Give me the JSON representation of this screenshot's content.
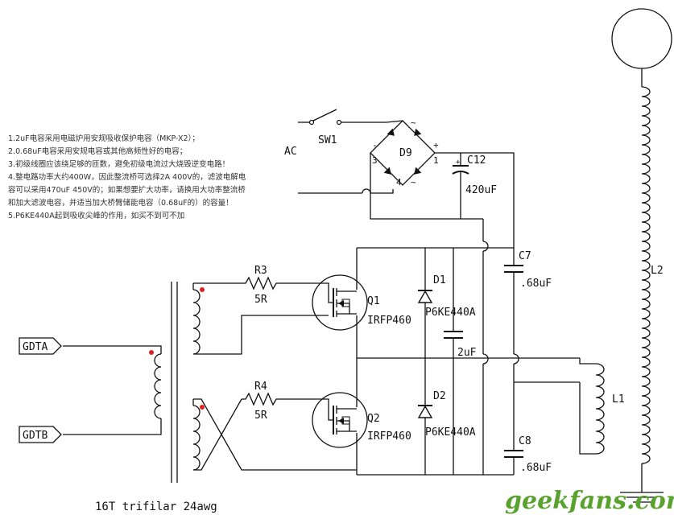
{
  "notes": [
    "1.2uF电容采用电磁炉用安规吸收保护电容（MKP-X2）；",
    "2.0.68uF电容采用安规电容或其他高频性好的电容；",
    "3.初级线圈应该绕足够的匝数，避免初级电流过大烧毁逆变电路！",
    "4.整电路功率大约400W，因此整流桥可选择2A 400V的，滤波电解电容可以采用470uF 450V的；如果想要扩大功率，请换用大功率整流桥和加大滤波电容，并适当加大桥臂储能电容（0.68uF的）的容量！",
    "5.P6KE440A起到吸收尖峰的作用，如买不到可不加"
  ],
  "labels": {
    "ac": "AC",
    "sw1": "SW1",
    "d9": "D9",
    "bridge_tilde_top": "~",
    "bridge_minus": "-",
    "bridge_plus": "+",
    "bridge_3": "3",
    "bridge_1": "1",
    "bridge_4": "4",
    "bridge_tilde_bottom": "~",
    "c12": "C12",
    "c12_plus": "+",
    "c12_value": "420uF",
    "c7": "C7",
    "c7_value": ".68uF",
    "c8": "C8",
    "c8_value": ".68uF",
    "mid_cap_value": "2uF",
    "r3": "R3",
    "r3_value": "5R",
    "r4": "R4",
    "r4_value": "5R",
    "q1": "Q1",
    "q1_part": "IRFP460",
    "q2": "Q2",
    "q2_part": "IRFP460",
    "d1": "D1",
    "d1_part": "P6KE440A",
    "d2": "D2",
    "d2_part": "P6KE440A",
    "l1": "L1",
    "l2": "L2",
    "gdta": "GDTA",
    "gdtb": "GDTB",
    "transformer_note": "16T trifilar 24awg"
  },
  "watermark": "geekfans.com",
  "colors": {
    "wire": "#111111",
    "phase_dot": "#e02020",
    "watermark": "#5aa22e",
    "notes_text": "#333333"
  }
}
